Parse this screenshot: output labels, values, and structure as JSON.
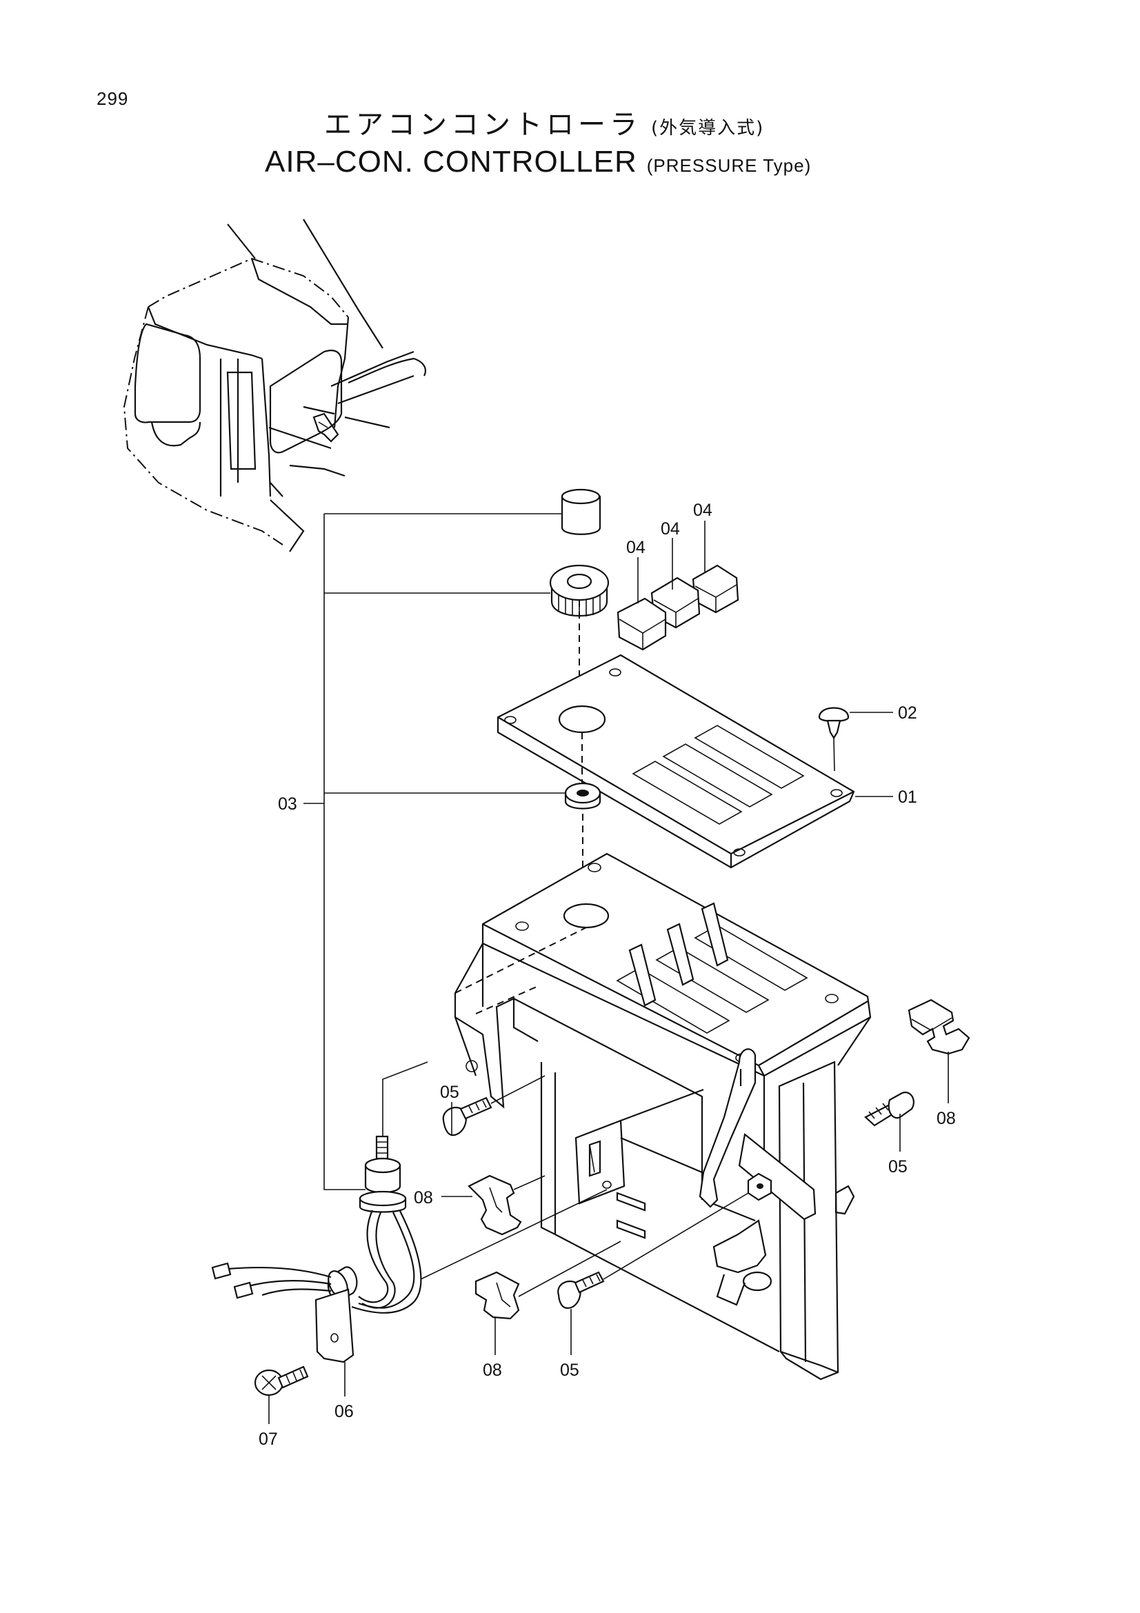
{
  "page_number": "299",
  "title": {
    "jp_main": "エアコンコントローラ",
    "jp_sub": "(外気導入式)",
    "en_main": "AIR–CON. CONTROLLER",
    "en_sub": "(PRESSURE Type)"
  },
  "labels": {
    "p01": "01",
    "p02": "02",
    "p03": "03",
    "p04a": "04",
    "p04b": "04",
    "p04c": "04",
    "p05a": "05",
    "p05b": "05",
    "p05c": "05",
    "p06": "06",
    "p07": "07",
    "p08a": "08",
    "p08b": "08",
    "p08c": "08"
  }
}
